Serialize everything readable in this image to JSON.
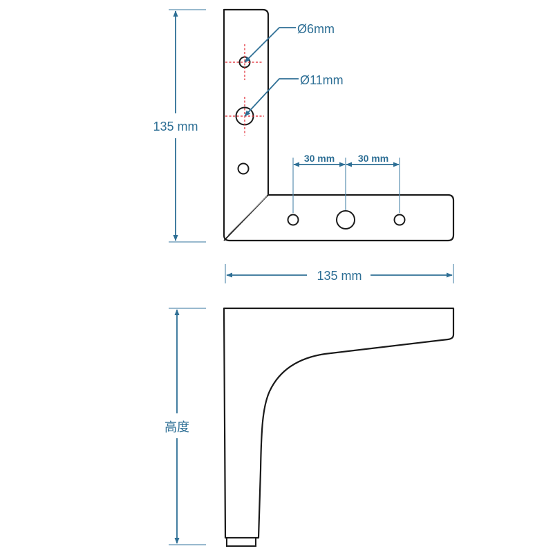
{
  "top_view": {
    "callouts": {
      "small_hole": "Ø6mm",
      "large_hole": "Ø11mm"
    },
    "dimensions": {
      "height": "135 mm",
      "width": "135 mm",
      "spacing_left": "30 mm",
      "spacing_right": "30 mm"
    }
  },
  "side_view": {
    "dimensions": {
      "height": "高度"
    }
  },
  "colors": {
    "dimension_lines": "#2e6f95",
    "center_marks": "#e0202a",
    "outline": "#1a1a1a"
  }
}
